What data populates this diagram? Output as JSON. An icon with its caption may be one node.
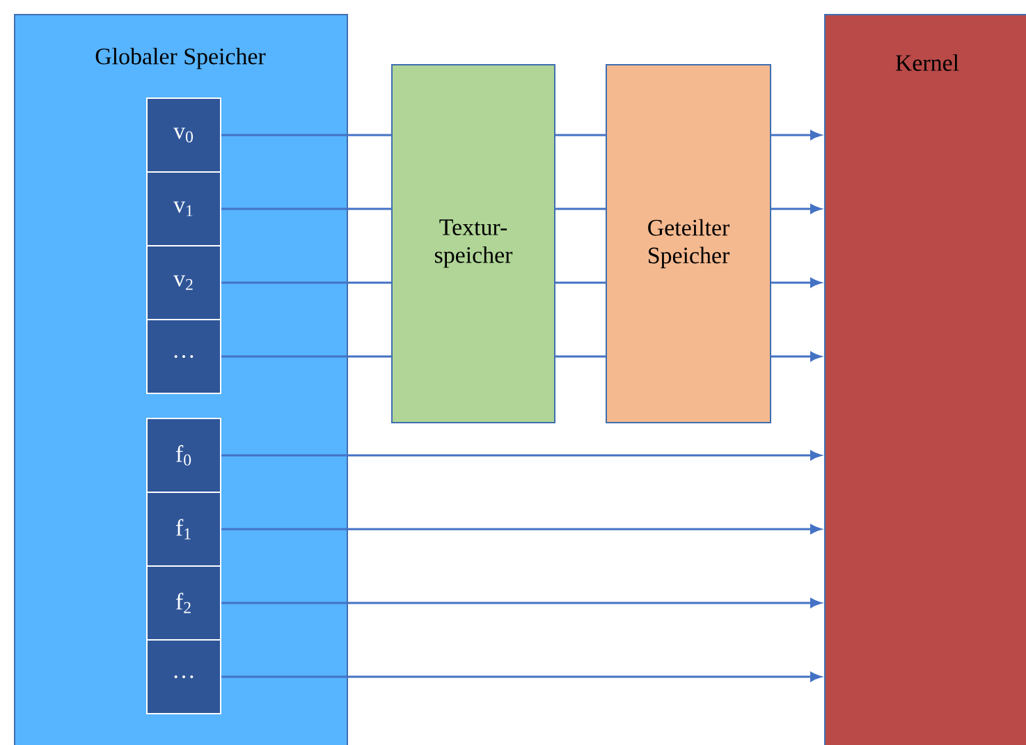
{
  "diagram": {
    "nodes": [
      {
        "text": [
          "Globaler Speicher"
        ]
      },
      {
        "text": [
          "v$_{0}$"
        ],
        "in": 0
      },
      {
        "text": [
          "v$_{1}$"
        ],
        "in": 0
      },
      {
        "text": [
          "v$_{2}$"
        ],
        "in": 0
      },
      {
        "text": [
          "…"
        ],
        "in": 0
      },
      {
        "text": [
          "f$_{0}$"
        ],
        "in": 0
      },
      {
        "text": [
          "f$_{1}$"
        ],
        "in": 0
      },
      {
        "text": [
          "f$_{2}$"
        ],
        "in": 0
      },
      {
        "text": [
          "…"
        ],
        "in": 0
      },
      {
        "text": [
          "Textur- speicher"
        ]
      },
      {
        "text": [
          "Geteilter Speicher"
        ]
      },
      {
        "text": [
          "Kernel"
        ]
      }
    ],
    "edges": [
      {
        "from": 1,
        "to": 9,
        "arrow": "none"
      },
      {
        "from": 9,
        "to": 10,
        "arrow": "none"
      },
      {
        "from": 10,
        "to": 11,
        "arrow": "to"
      },
      {
        "from": 2,
        "to": 9,
        "arrow": "none"
      },
      {
        "from": 9,
        "to": 10,
        "arrow": "none"
      },
      {
        "from": 10,
        "to": 11,
        "arrow": "to"
      },
      {
        "from": 3,
        "to": 9,
        "arrow": "none"
      },
      {
        "from": 9,
        "to": 10,
        "arrow": "none"
      },
      {
        "from": 10,
        "to": 11,
        "arrow": "to"
      },
      {
        "from": 4,
        "to": 9,
        "arrow": "none"
      },
      {
        "from": 9,
        "to": 10,
        "arrow": "none"
      },
      {
        "from": 10,
        "to": 11,
        "arrow": "to"
      },
      {
        "from": 5,
        "to": 11,
        "arrow": "to"
      },
      {
        "from": 6,
        "to": 11,
        "arrow": "to"
      },
      {
        "from": 7,
        "to": 11,
        "arrow": "to"
      },
      {
        "from": 8,
        "to": 11,
        "arrow": "to"
      }
    ]
  }
}
